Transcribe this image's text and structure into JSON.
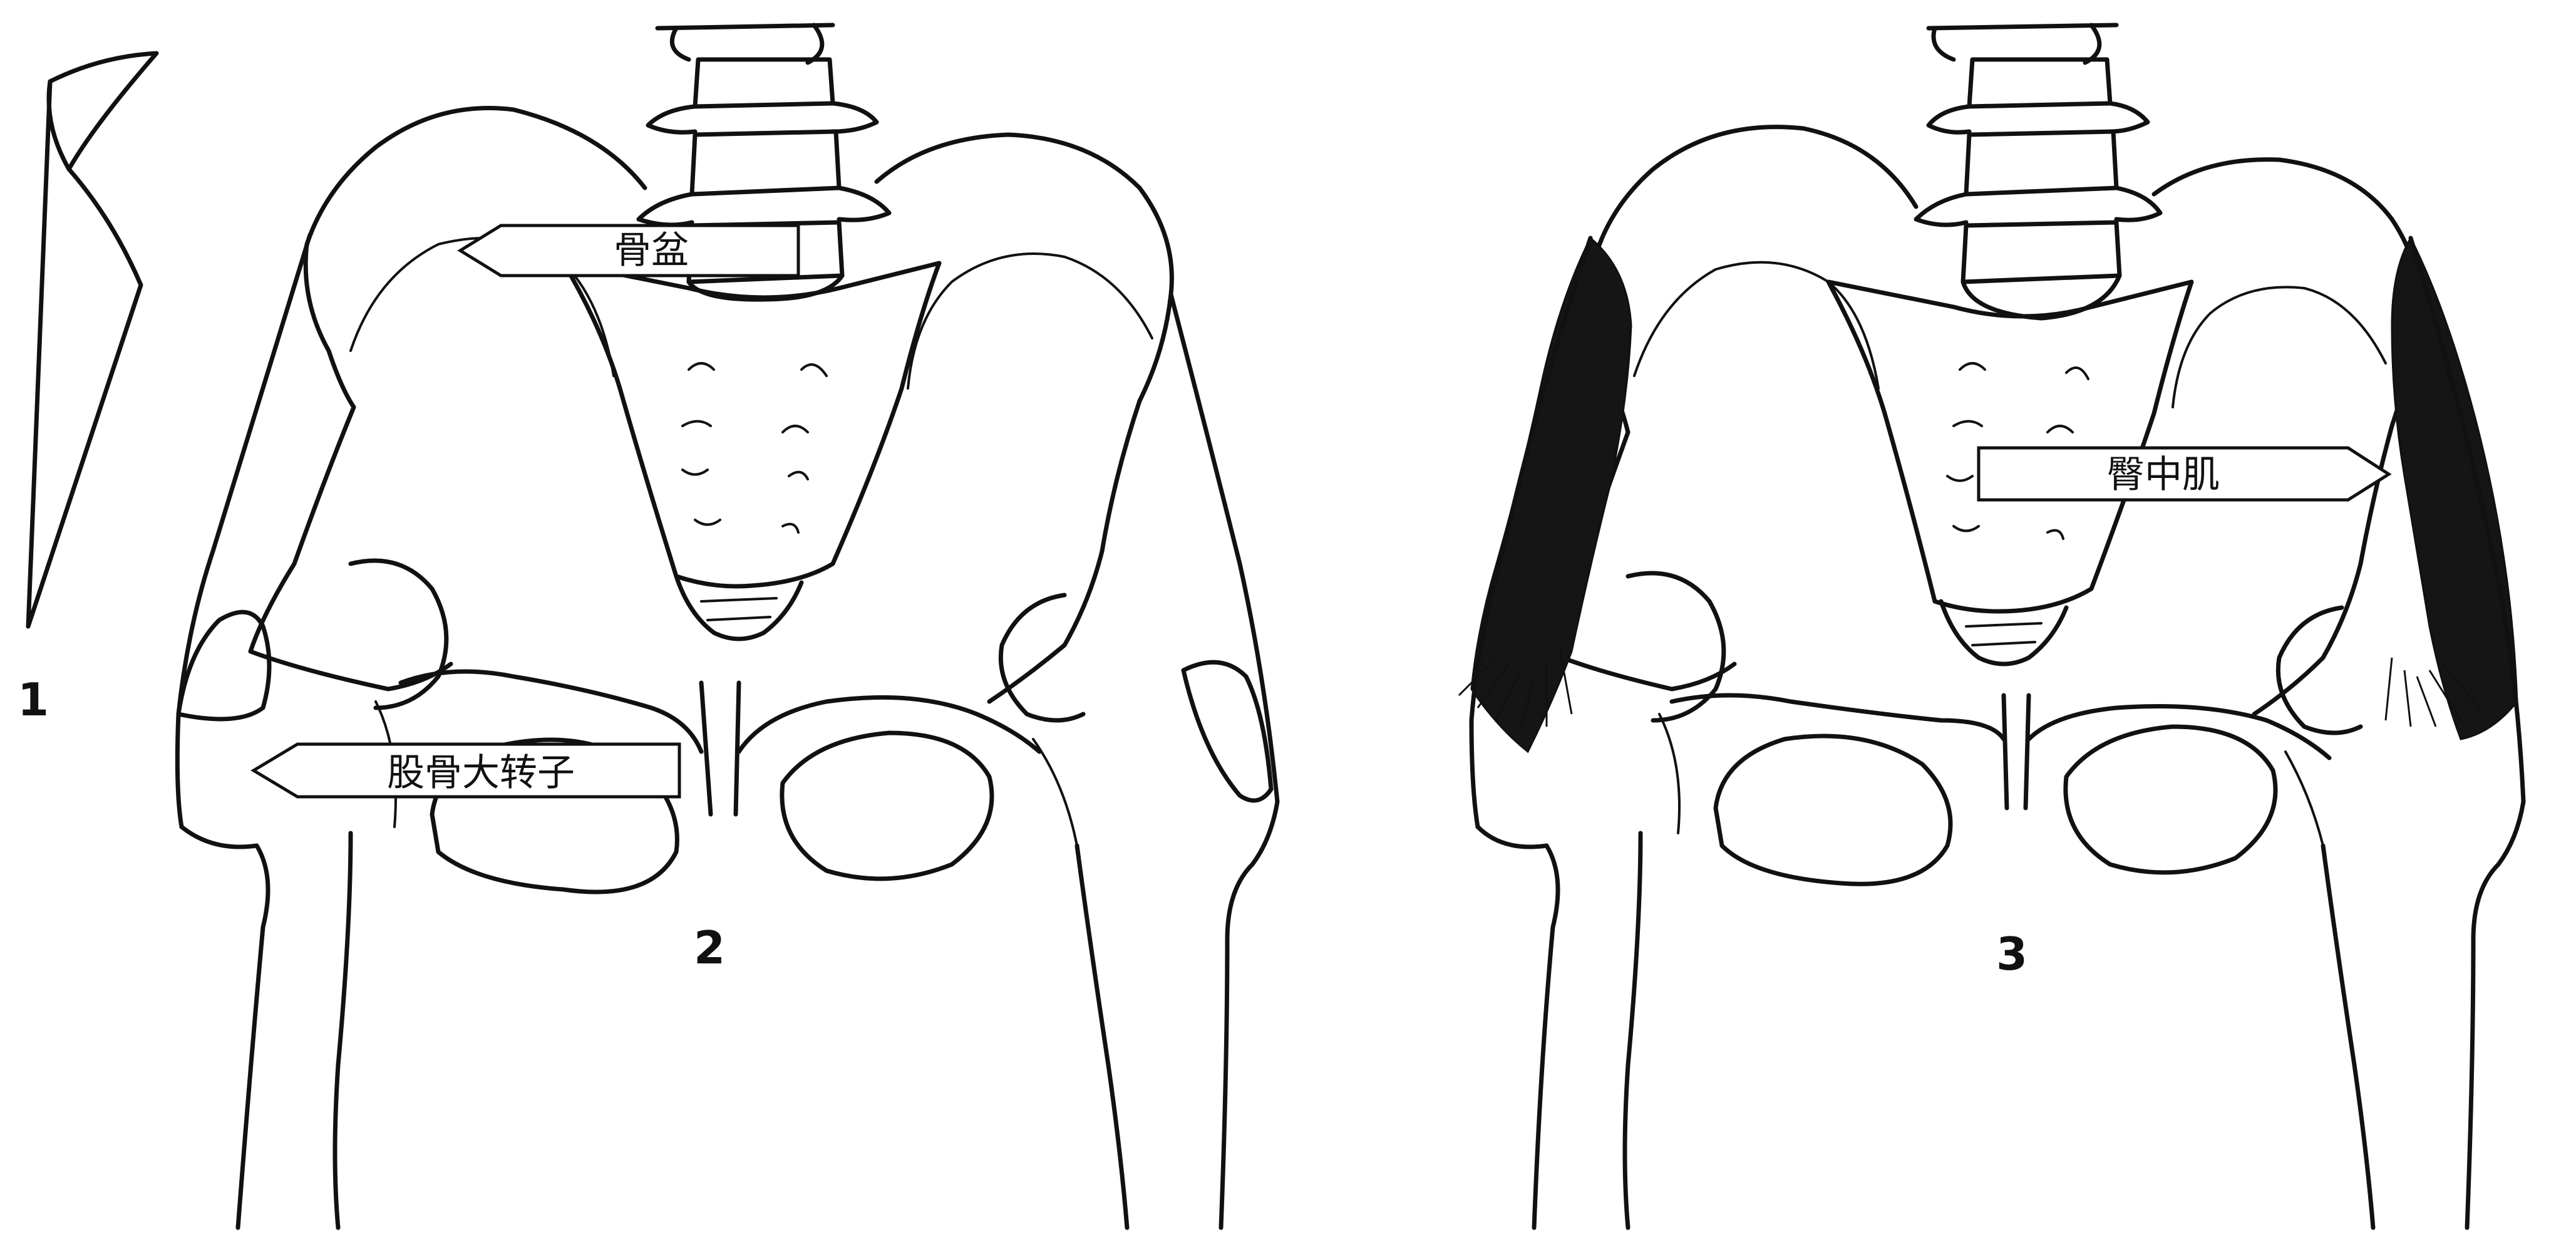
{
  "figures": [
    {
      "number": "1"
    },
    {
      "number": "2"
    },
    {
      "number": "3"
    }
  ],
  "labels": {
    "pelvis": "骨盆",
    "greater_trochanter": "股骨大转子",
    "gluteus_medius": "臀中肌"
  }
}
